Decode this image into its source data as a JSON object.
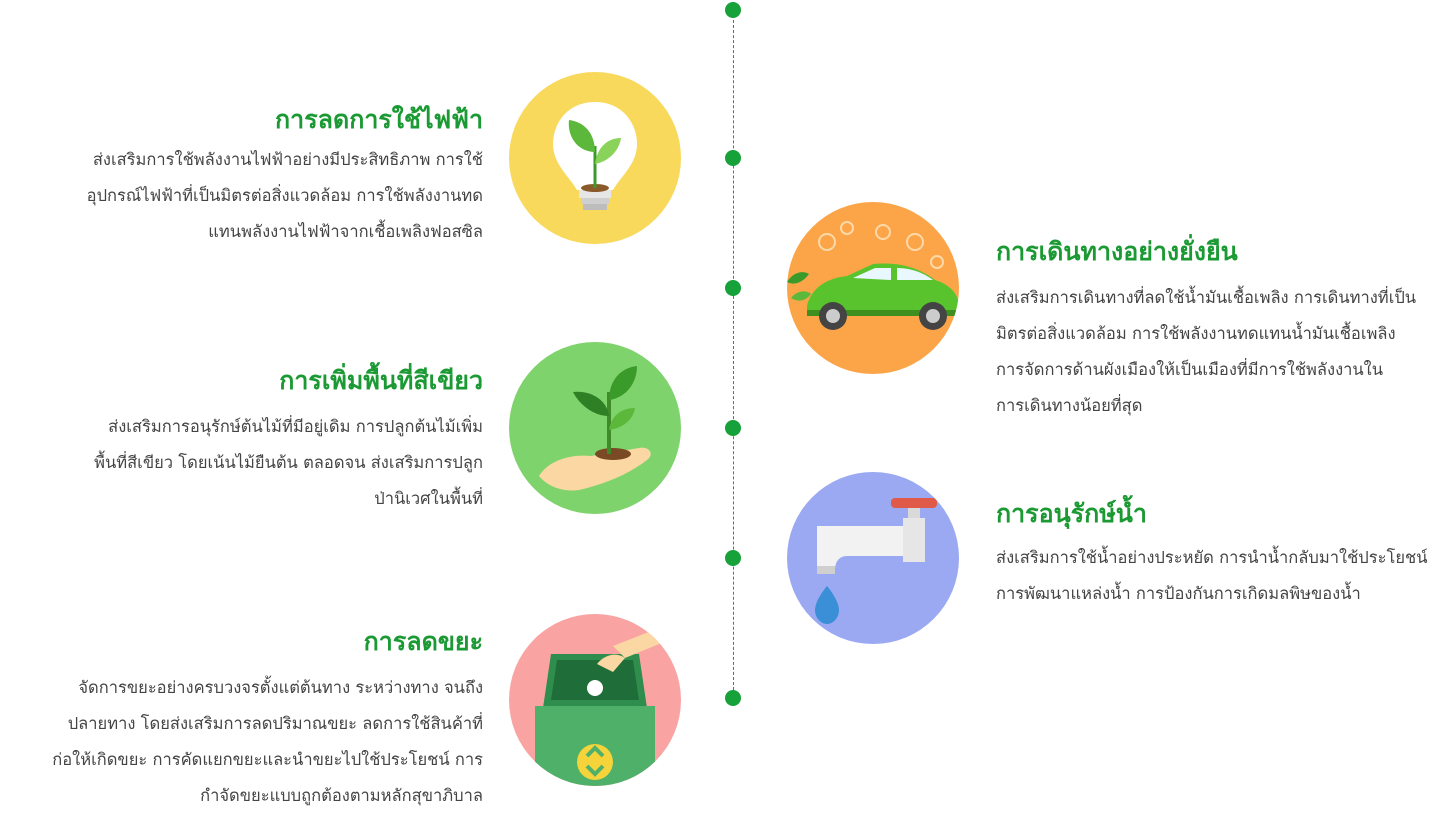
{
  "colors": {
    "accent": "#1b9a34",
    "timeline": "#16a13a",
    "text": "#444444",
    "circle_yellow": "#f8d95c",
    "circle_green": "#7fd36c",
    "circle_pink": "#f9a3a3",
    "circle_orange": "#fca448",
    "circle_blue": "#9aa9f2"
  },
  "sections": {
    "electricity": {
      "title": "การลดการใช้ไฟฟ้า",
      "lines": [
        "ส่งเสริมการใช้พลังงานไฟฟ้าอย่างมีประสิทธิภาพ  การใช้",
        "อุปกรณ์ไฟฟ้าที่เป็นมิตรต่อสิ่งแวดล้อม การใช้พลังงานทด",
        "แทนพลังงานไฟฟ้าจากเชื้อเพลิงฟอสซิล"
      ],
      "icon": "lightbulb-plant-icon"
    },
    "green": {
      "title": "การเพิ่มพื้นที่สีเขียว",
      "lines": [
        "ส่งเสริมการอนุรักษ์ต้นไม้ที่มีอยู่เดิม การปลูกต้นไม้เพิ่ม",
        "พื้นที่สีเขียว โดยเน้นไม้ยืนต้น ตลอดจน ส่งเสริมการปลูก",
        "ป่านิเวศในพื้นที่"
      ],
      "icon": "hand-seedling-icon"
    },
    "waste": {
      "title": "การลดขยะ",
      "lines": [
        "จัดการขยะอย่างครบวงจรตั้งแต่ต้นทาง ระหว่างทาง จนถึง",
        "ปลายทาง โดยส่งเสริมการลดปริมาณขยะ ลดการใช้สินค้าที่",
        "ก่อให้เกิดขยะ การคัดแยกขยะและนำขยะไปใช้ประโยชน์  การ",
        "กำจัดขยะแบบถูกต้องตามหลักสุขาภิบาล"
      ],
      "icon": "recycle-bin-icon"
    },
    "transport": {
      "title": "การเดินทางอย่างยั่งยืน",
      "lines": [
        "ส่งเสริมการเดินทางที่ลดใช้น้ำมันเชื้อเพลิง การเดินทางที่เป็น",
        "มิตรต่อสิ่งแวดล้อม การใช้พลังงานทดแทนน้ำมันเชื้อเพลิง",
        "การจัดการด้านผังเมืองให้เป็นเมืองที่มีการใช้พลังงานใน",
        "การเดินทางน้อยที่สุด"
      ],
      "icon": "green-car-icon"
    },
    "water": {
      "title": "การอนุรักษ์น้ำ",
      "lines": [
        "ส่งเสริมการใช้น้ำอย่างประหยัด การนำน้ำกลับมาใช้ประโยชน์",
        "การพัฒนาแหล่งน้ำ การป้องกันการเกิดมลพิษของน้ำ"
      ],
      "icon": "water-faucet-icon"
    }
  }
}
